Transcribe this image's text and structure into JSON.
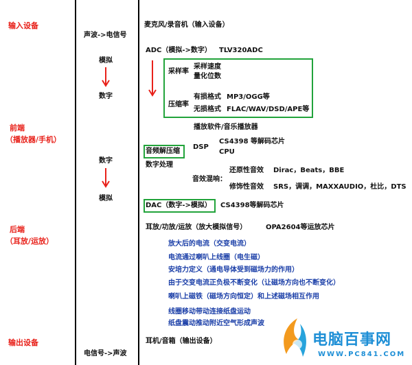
{
  "colors": {
    "stage_label": "#e8211a",
    "arrow": "#e8211a",
    "box_border": "#21a33a",
    "blue_text": "#1b3fa8",
    "line": "#000000"
  },
  "stages": {
    "input": "输入设备",
    "frontend_1": "前端",
    "frontend_2": "（播放器/手机）",
    "backend_1": "后端",
    "backend_2": "（耳放/运放）",
    "output": "输出设备"
  },
  "signal": {
    "sound_to_elec": "声波->电信号",
    "analog_top": "模拟",
    "digital_top": "数字",
    "digital_mid": "数字",
    "analog_mid": "模拟",
    "elec_to_sound": "电信号->声波"
  },
  "detail": {
    "mic": "麦克风/录音机（输入设备）",
    "adc": "ADC（模拟->数字）",
    "adc_chip": "TLV320ADC",
    "sample_rate": "采样率",
    "sample_speed": "采样速度",
    "quant_bits": "量化位数",
    "compression": "压缩率",
    "lossy_label": "有损格式",
    "lossy_formats": "MP3/OGG等",
    "lossless_label": "无损格式",
    "lossless_formats": "FLAC/WAV/DSD/APE等",
    "player_sw": "播放软件/音乐播放器",
    "audio_decomp": "音频解压缩",
    "dsp": "DSP",
    "dsp_chip": "CS4398 等解码芯片",
    "cpu": "CPU",
    "digital_proc": "数字处理",
    "effect_mix": "音效混响：",
    "restore_effect": "还原性音效",
    "restore_items": "Dirac，Beats，BBE",
    "modify_effect": "修饰性音效",
    "modify_items": "SRS，调调，MAXXAUDIO，杜比，DTS",
    "dac": "DAC（数字->模拟）",
    "dac_chip": "CS4398等解码芯片",
    "amp_line": "耳放/功放/运放（放大模拟信号）",
    "amp_chip": "OPA2604等运放芯片",
    "blue_lines": [
      "放大后的电流（交变电流）",
      "电流通过喇叭上线圈（电生磁）",
      "安培力定义（通电导体受到磁场力的作用）",
      "由于交变电流正负极不断变化（让磁场方向也不断变化）",
      "喇叭上磁铁（磁场方向恒定）和上述磁场相互作用",
      "线圈移动带动连接纸盘运动",
      "纸盘震动推动附近空气形成声波"
    ],
    "output_dev": "耳机/音箱（输出设备）"
  },
  "watermark": {
    "brand": "电脑百事网",
    "url": "WWW.PC841.COM"
  }
}
